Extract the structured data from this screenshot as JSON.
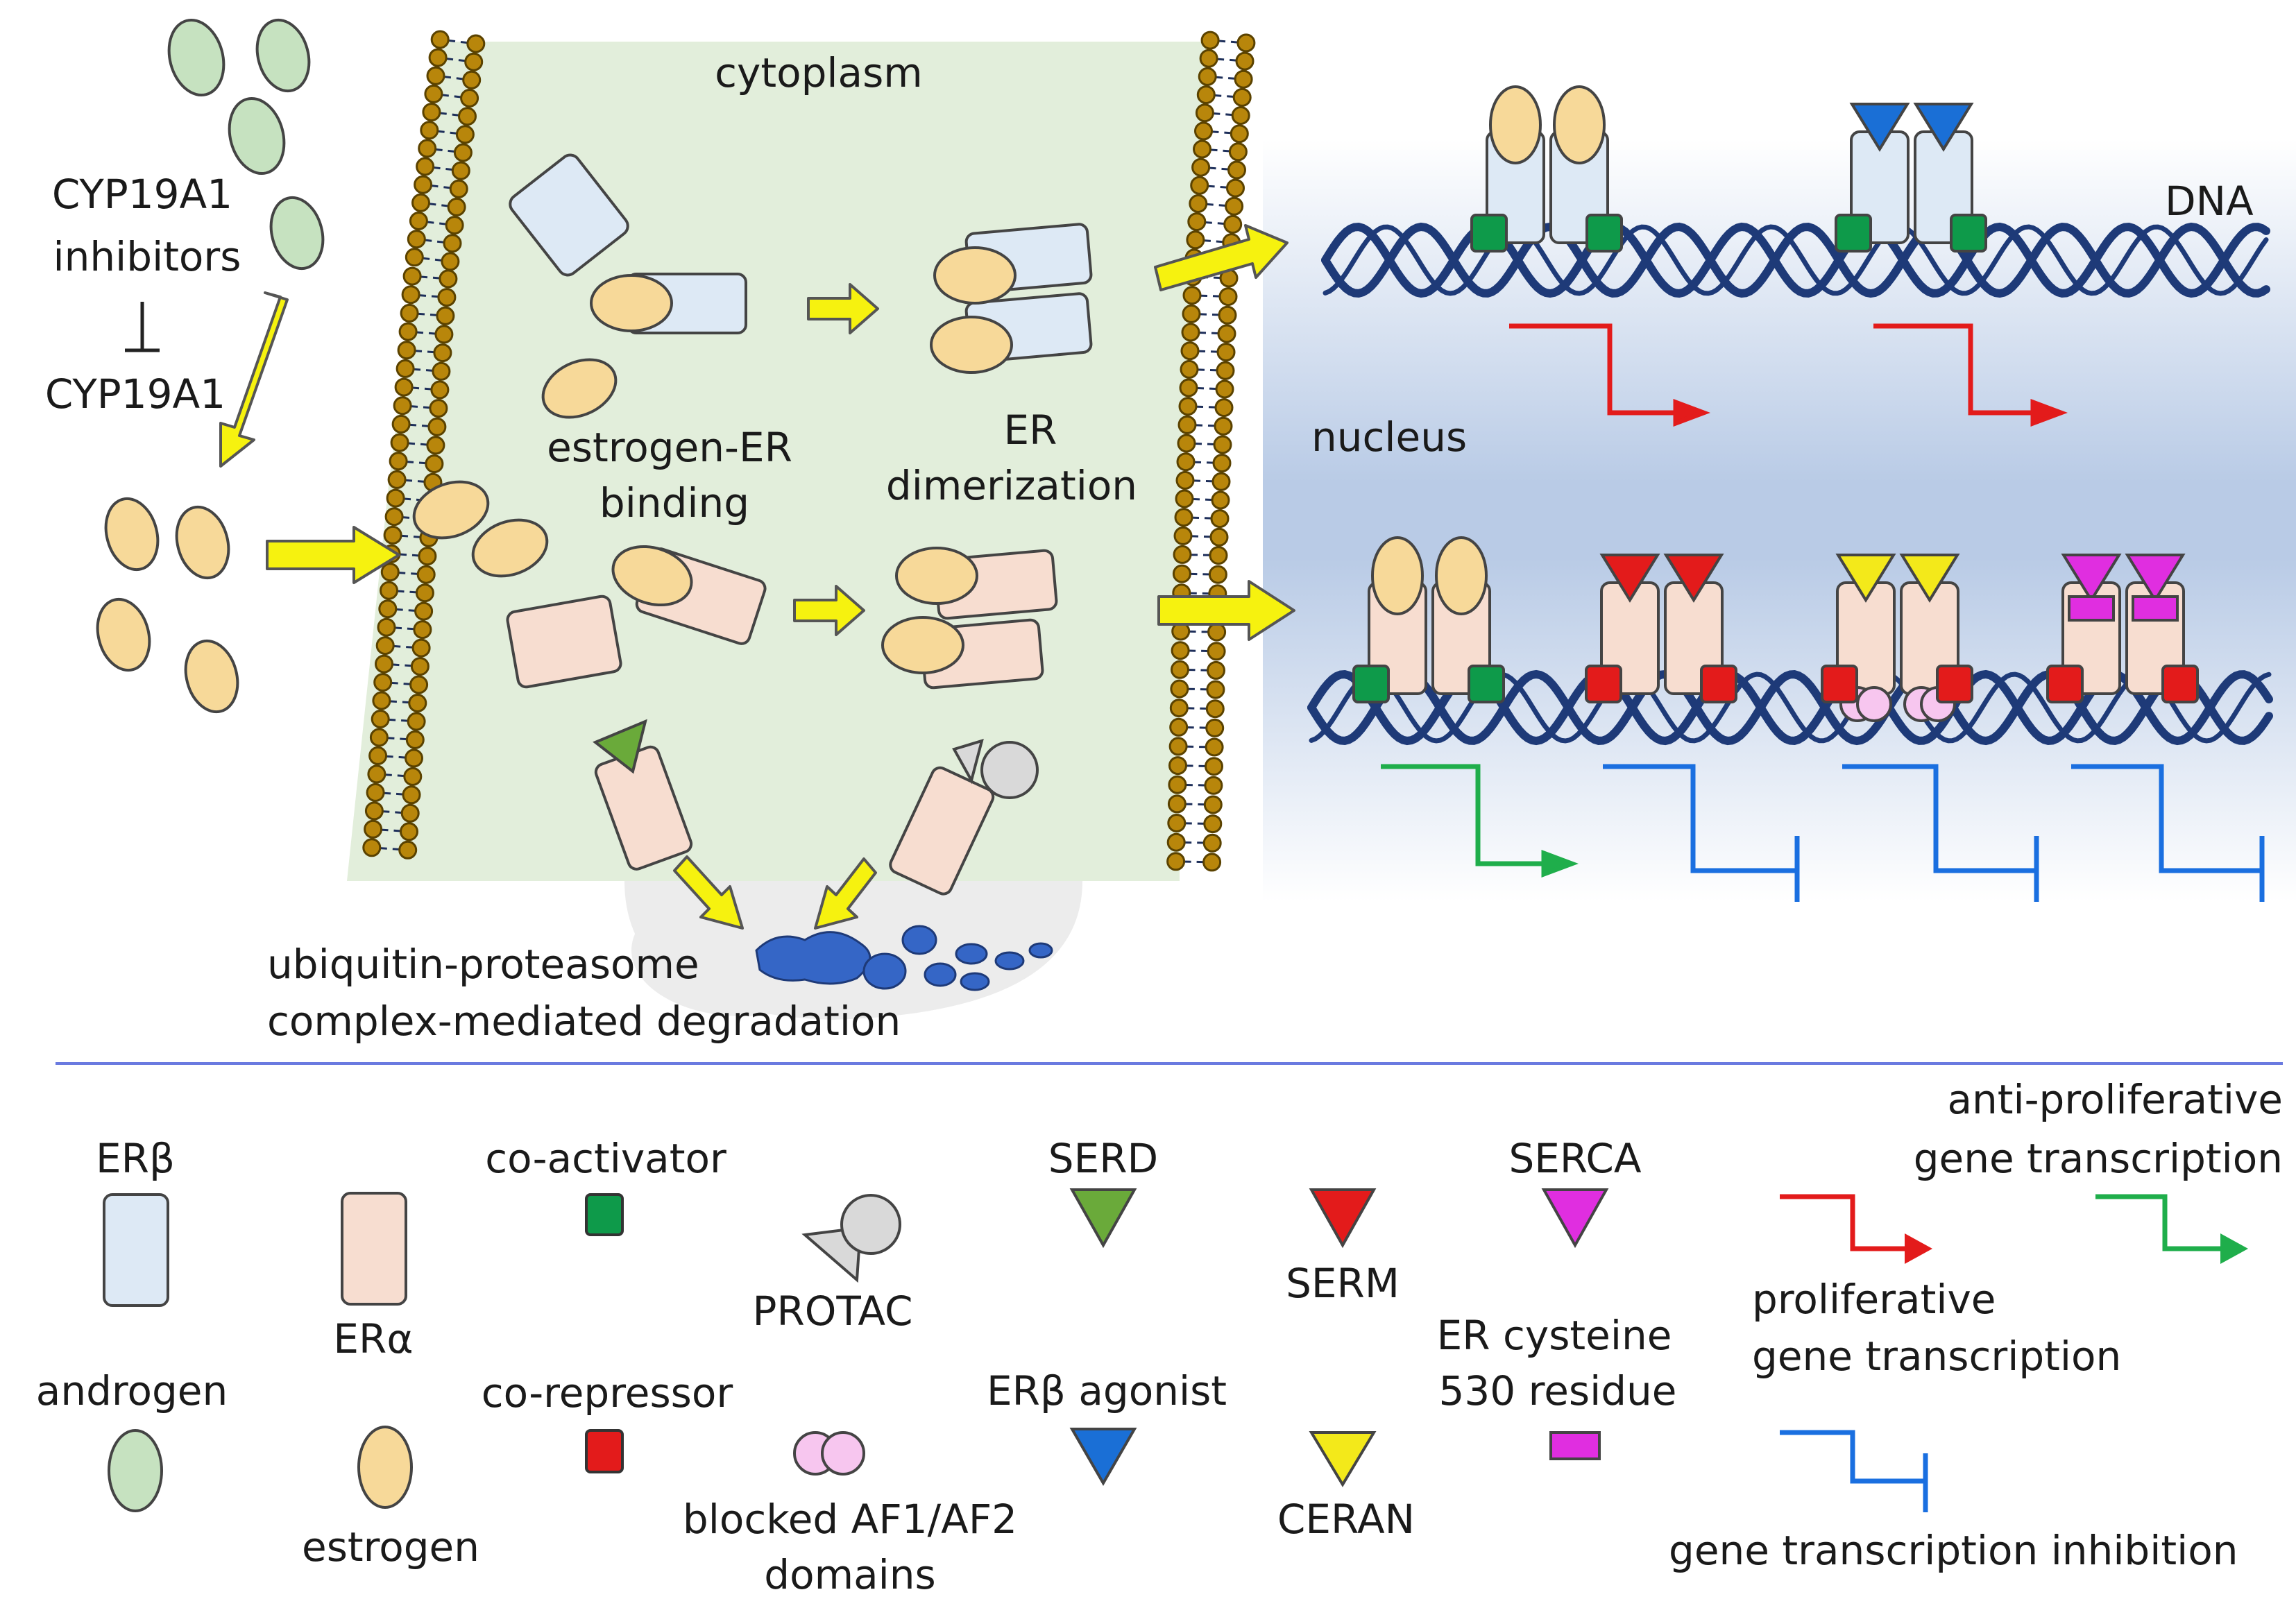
{
  "top_labels": {
    "cyp_line1": "CYP19A1",
    "cyp_line2": "inhibitors",
    "cyp_enzyme": "CYP19A1",
    "cytoplasm": "cytoplasm",
    "binding_line1": "estrogen-ER",
    "binding_line2": "binding",
    "dimer_line1": "ER",
    "dimer_line2": "dimerization",
    "nucleus": "nucleus",
    "dna": "DNA",
    "degradation_line1": "ubiquitin-proteasome",
    "degradation_line2": "complex-mediated degradation"
  },
  "legend": {
    "er_beta": "ERβ",
    "er_alpha": "ERα",
    "androgen": "androgen",
    "estrogen": "estrogen",
    "coactivator": "co-activator",
    "corepressor": "co-repressor",
    "protac": "PROTAC",
    "blocked_line1": "blocked AF1/AF2",
    "blocked_line2": "domains",
    "serd": "SERD",
    "erb_agonist": "ERβ agonist",
    "serm": "SERM",
    "ceran": "CERAN",
    "serca": "SERCA",
    "cys_line1": "ER cysteine",
    "cys_line2": "530 residue",
    "antiprolif_line1": "anti-proliferative",
    "antiprolif_line2": "gene transcription",
    "prolif_line1": "proliferative",
    "prolif_line2": "gene transcription",
    "inhibition": "gene transcription inhibition"
  },
  "colors": {
    "er_beta_fill": "#dde9f5",
    "er_alpha_fill": "#f7ddd0",
    "estrogen_fill": "#f7d999",
    "androgen_fill": "#c6e2c0",
    "cytoplasm_fill": "#e2eedb",
    "coactivator": "#0e9a4a",
    "corepressor": "#e31b1b",
    "serd": "#6aaa3a",
    "erb_agonist": "#1a6fd6",
    "serm": "#e31b1b",
    "ceran": "#f3e91a",
    "serca": "#e02ee0",
    "proliferative_arrow": "#e31b1b",
    "antiproliferative_arrow": "#1fae4b",
    "inhibition_arrow": "#1a6fe0",
    "dna_strand": "#1e3a78",
    "yellow_arrow": "#f6f20f",
    "membrane_head": "#b8860b",
    "proteasome": "#3566c6",
    "divider": "#6a7ae0"
  },
  "icons": [
    "yellow-arrow-icon",
    "membrane-icon",
    "dna-helix-icon",
    "estrogen-icon",
    "androgen-icon",
    "er-alpha-icon",
    "er-beta-icon",
    "coactivator-icon",
    "corepressor-icon",
    "serd-icon",
    "serm-icon",
    "ceran-icon",
    "serca-icon",
    "erb-agonist-icon",
    "protac-icon",
    "blocked-domain-icon",
    "cysteine-icon",
    "transcription-arrow-icon",
    "inhibition-arrow-icon",
    "proteasome-icon"
  ]
}
